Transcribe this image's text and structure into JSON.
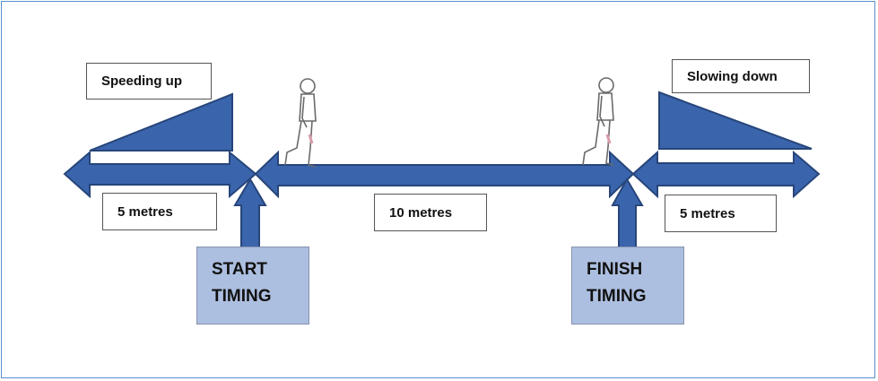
{
  "labels": {
    "speeding_up": "Speeding up",
    "slowing_down": "Slowing down",
    "left_distance": "5 metres",
    "middle_distance": "10 metres",
    "right_distance": "5 metres"
  },
  "timing": {
    "start": [
      "START",
      "TIMING"
    ],
    "finish": [
      "FINISH",
      "TIMING"
    ]
  },
  "colors": {
    "arrow_fill": "#3a65ac",
    "arrow_stroke": "#27457a",
    "timing_box": "#adbfe0",
    "frame": "#5b8fcf"
  },
  "icons": [
    "walking-person-icon",
    "walking-person-icon"
  ]
}
